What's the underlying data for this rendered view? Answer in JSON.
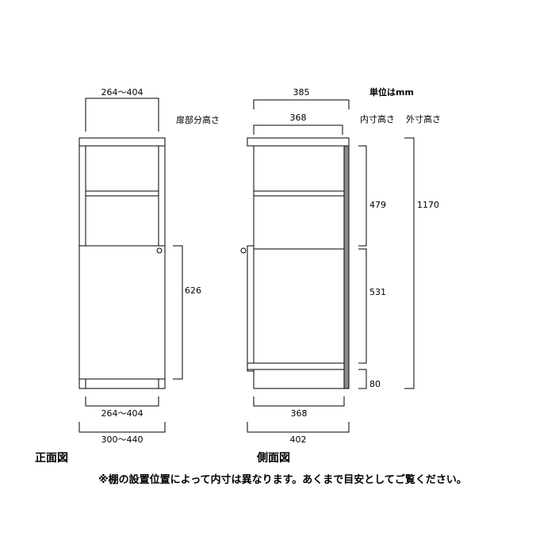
{
  "unit_label": "単位はmm",
  "front_view": {
    "title": "正面図",
    "door_height_label": "扉部分高さ",
    "top_width": "264〜404",
    "door_height": "626",
    "inner_width": "264〜404",
    "outer_width": "300〜440"
  },
  "side_view": {
    "title": "側面図",
    "inner_height_label": "内寸高さ",
    "outer_height_label": "外寸高さ",
    "top_outer_depth": "385",
    "top_inner_depth": "368",
    "upper_inner_height": "479",
    "lower_inner_height": "531",
    "base_height": "80",
    "total_height": "1170",
    "bottom_inner_depth": "368",
    "bottom_outer_depth": "402"
  },
  "note": "※棚の設置位置によって内寸は異なります。あくまで目安としてご覧ください。",
  "colors": {
    "line": "#000000",
    "side_panel": "#8c8c8c",
    "background": "#ffffff"
  }
}
